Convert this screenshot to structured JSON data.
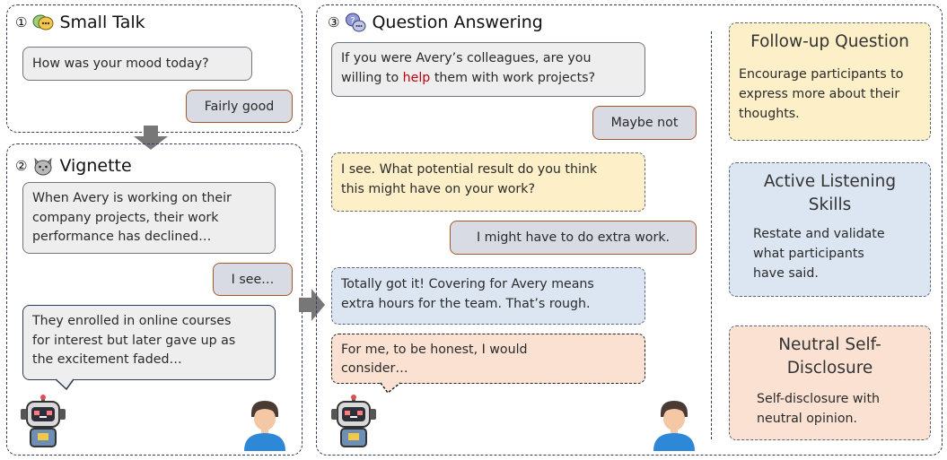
{
  "small_talk": {
    "number": "①",
    "title": "Small Talk",
    "bot": "How was your mood today?",
    "user": "Fairly good"
  },
  "vignette": {
    "number": "②",
    "title": "Vignette",
    "bot1": [
      "When Avery is working on their",
      "company projects, their work",
      "performance has declined…"
    ],
    "user": "I see…",
    "bot2": [
      "They enrolled in online courses",
      "for interest but later gave up as",
      "the excitement faded…"
    ]
  },
  "qa": {
    "number": "③",
    "title": "Question Answering",
    "q1_line1": "If you were Avery’s colleagues, are you",
    "q1_pre": "willing to ",
    "q1_highlight": "help",
    "q1_post": " them with work projects?",
    "a1": "Maybe not",
    "q2": [
      "I see. What potential result do you think",
      "this might have on your work?"
    ],
    "a2": "I might have to do extra work.",
    "q3": [
      "Totally got it! Covering for Avery means",
      "extra hours for the team. That’s rough."
    ],
    "q4": [
      "For me, to be honest, I would",
      "consider…"
    ]
  },
  "cards": [
    {
      "title": "Follow-up Question",
      "desc": [
        "Encourage participants to",
        "express more about their",
        "thoughts."
      ],
      "bg": "#fdf0c8"
    },
    {
      "title": "Active Listening Skills",
      "title_lines": [
        "Active Listening",
        "Skills"
      ],
      "desc": [
        "Restate and validate",
        "what participants",
        "have said."
      ],
      "bg": "#dce6f2"
    },
    {
      "title": "Neutral Self-Disclosure",
      "title_lines": [
        "Neutral Self-",
        "Disclosure"
      ],
      "desc": [
        "Self-disclosure with",
        "neutral opinion."
      ],
      "bg": "#fbe1d2"
    }
  ],
  "colors": {
    "panel_border": "#2f3a55",
    "bot_bubble": "#eeeeef",
    "user_bubble": "#d8dbe3",
    "user_border": "#a4582a",
    "highlight": "#c0000f",
    "arrow": "#777777",
    "followup_bg": "#fdf0c8",
    "listening_bg": "#dce6f2",
    "disclosure_bg": "#fbe1d2"
  },
  "icons": [
    "chat-bubble-icon",
    "cat-icon",
    "question-bubble-icon",
    "robot-icon",
    "user-icon",
    "down-arrow-icon",
    "right-arrow-icon"
  ]
}
